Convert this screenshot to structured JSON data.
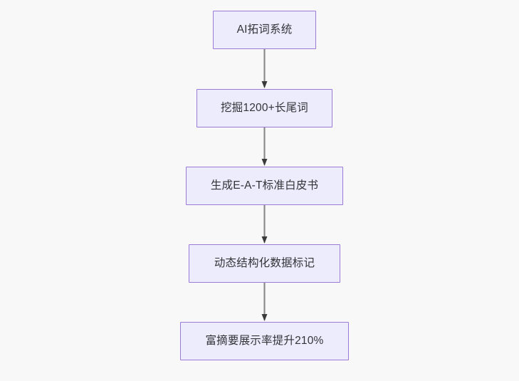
{
  "diagram": {
    "type": "flowchart",
    "direction": "top-to-bottom",
    "background_color": "#f8f8f9",
    "node_fill_color": "#ececfd",
    "node_border_color": "#9a7ad6",
    "node_text_color": "#333338",
    "edge_color": "#888888",
    "nodes": [
      {
        "id": "n0",
        "label": "AI拓词系统"
      },
      {
        "id": "n1",
        "label": "挖掘1200+长尾词"
      },
      {
        "id": "n2",
        "label": "生成E-A-T标准白皮书"
      },
      {
        "id": "n3",
        "label": "动态结构化数据标记"
      },
      {
        "id": "n4",
        "label": "富摘要展示率提升210%"
      }
    ],
    "edges": [
      {
        "from": "n0",
        "to": "n1",
        "arrow": "arrowhead-down-icon"
      },
      {
        "from": "n1",
        "to": "n2",
        "arrow": "arrowhead-down-icon"
      },
      {
        "from": "n2",
        "to": "n3",
        "arrow": "arrowhead-down-icon"
      },
      {
        "from": "n3",
        "to": "n4",
        "arrow": "arrowhead-down-icon"
      }
    ]
  }
}
